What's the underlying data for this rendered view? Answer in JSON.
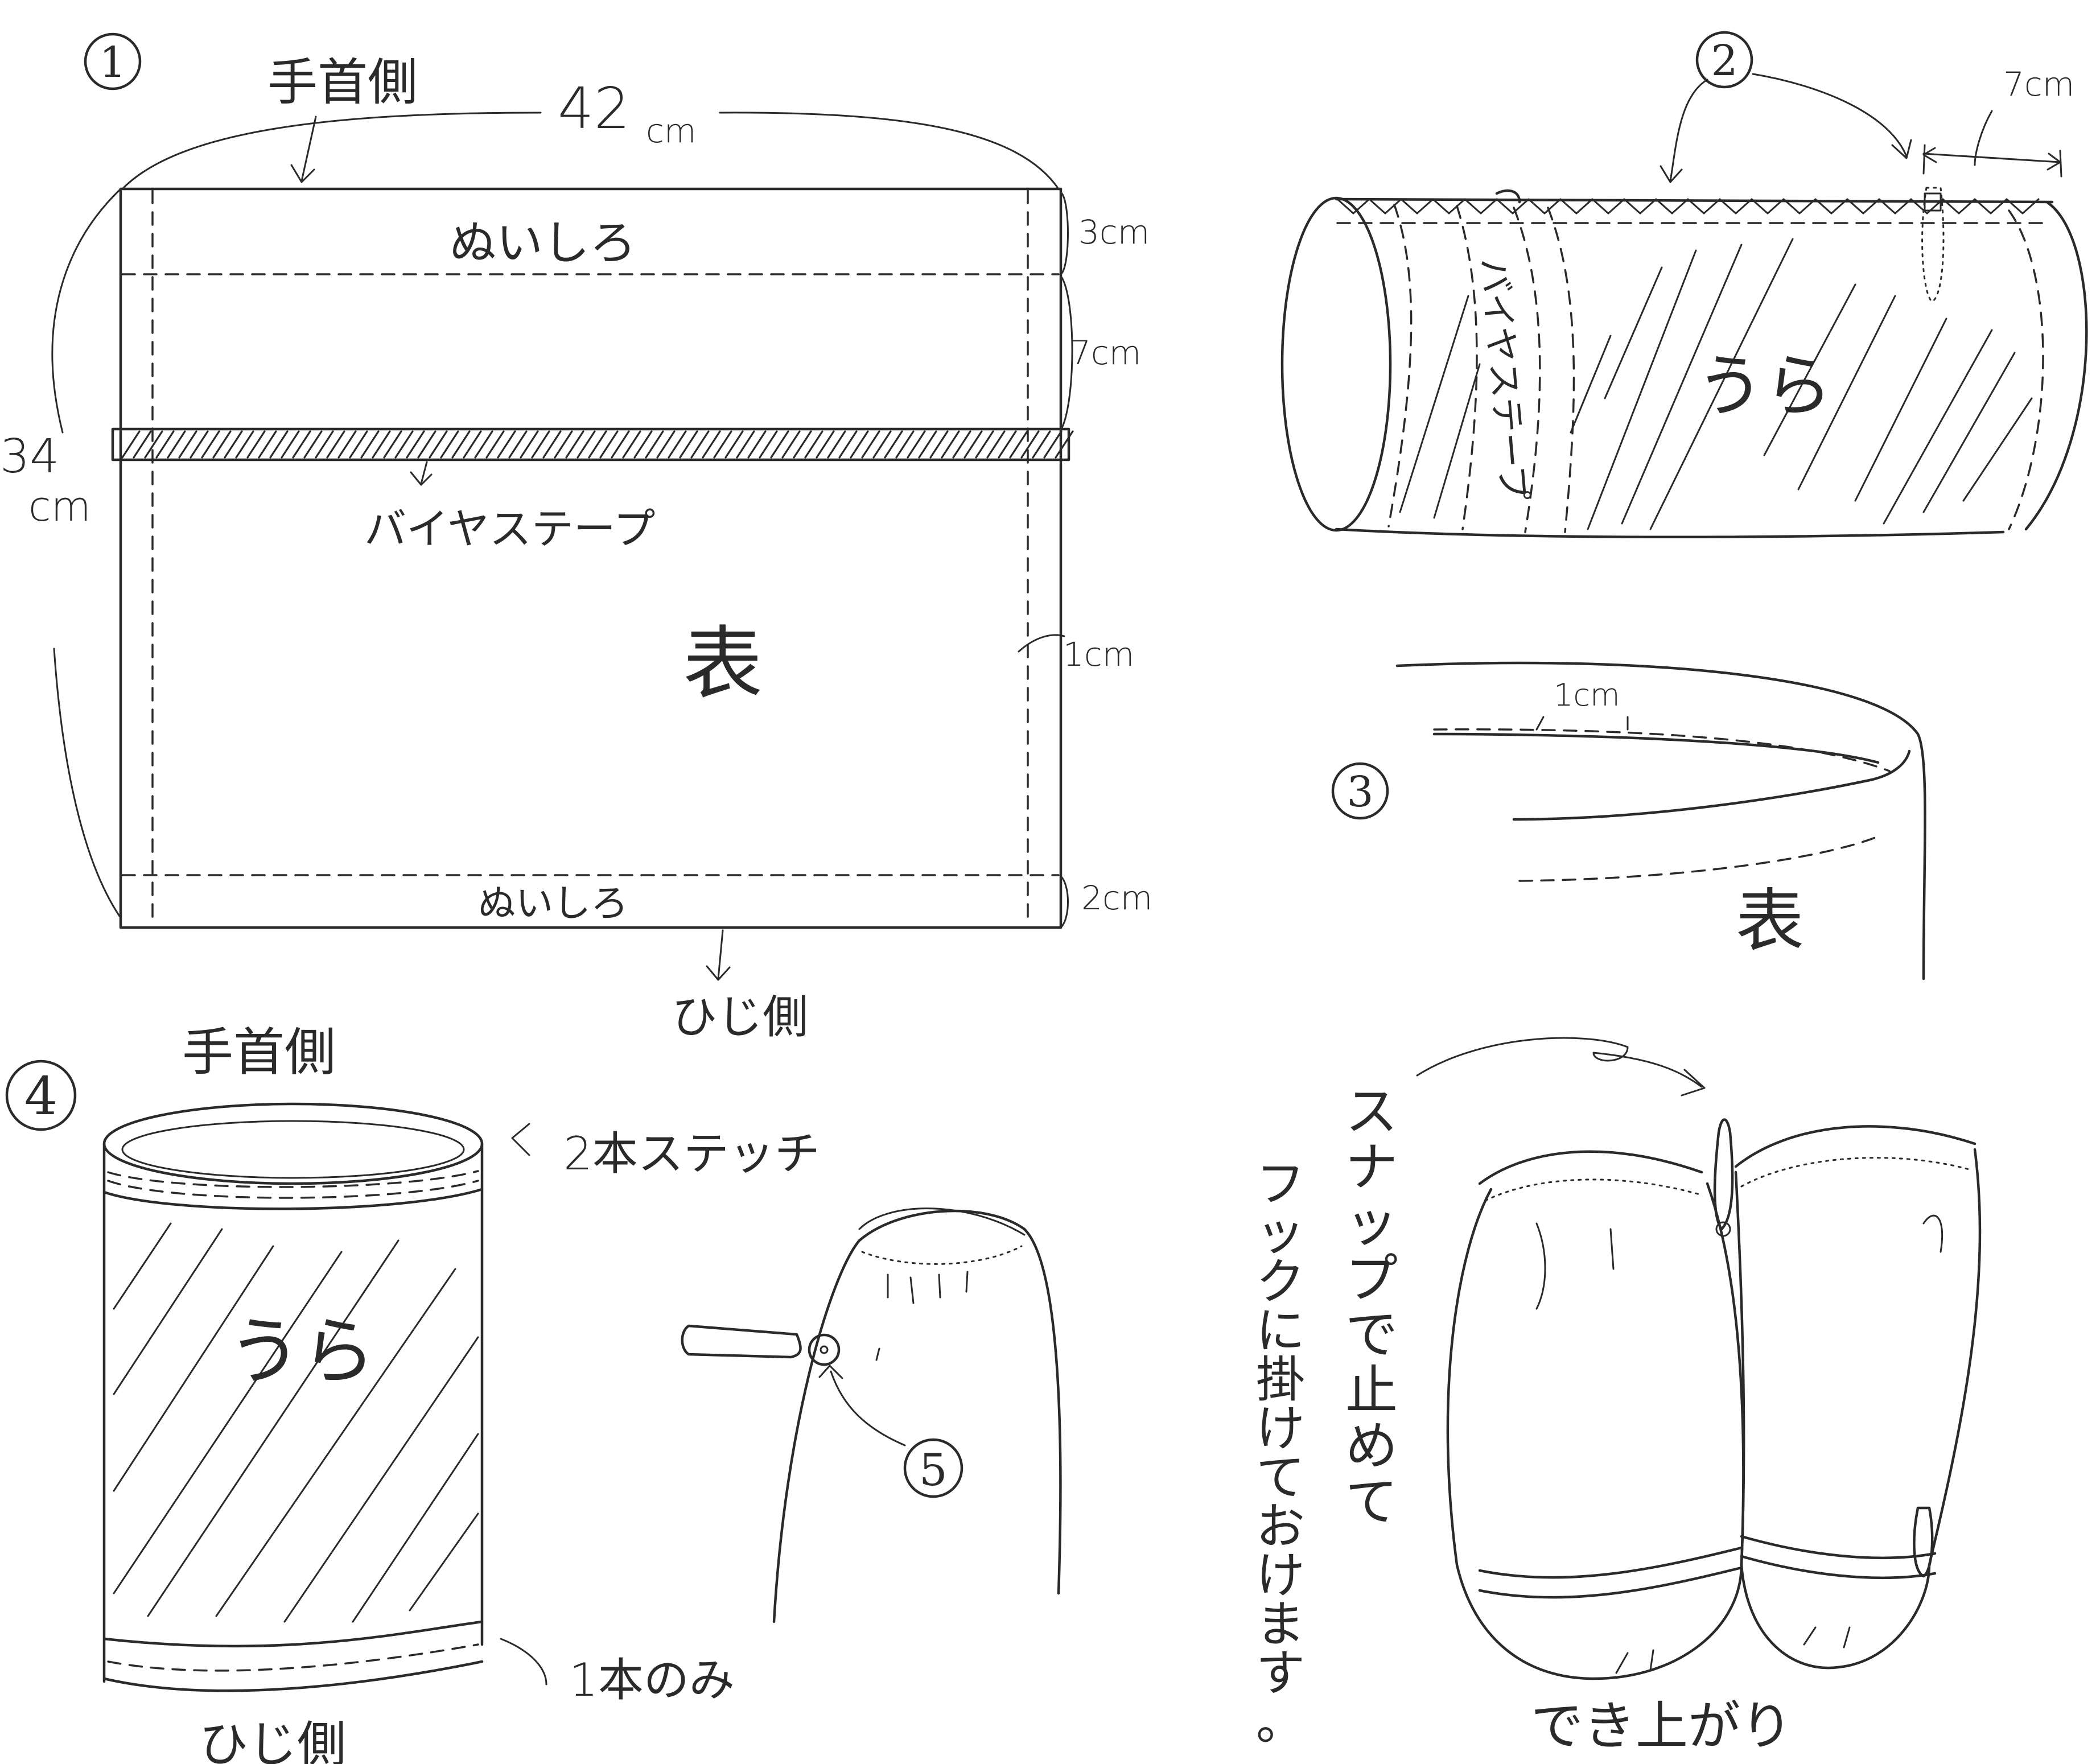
{
  "step1": {
    "number": "1",
    "wrist_side": "手首側",
    "width_value": "42",
    "width_unit": "cm",
    "height_value": "34",
    "height_unit": "cm",
    "top_allowance_label": "ぬいしろ",
    "top_allowance_size": "3cm",
    "gap_size": "7cm",
    "bias_tape_label": "バイヤステープ",
    "front_label": "表",
    "side_allowance": "1cm",
    "bottom_allowance_label": "ぬいしろ",
    "bottom_allowance_size": "2cm",
    "elbow_side": "ひじ側"
  },
  "step2": {
    "number": "2",
    "offset": "7cm",
    "bias_tape_label": "バイヤステープ",
    "back_label": "うら"
  },
  "step3": {
    "number": "3",
    "seam": "1cm",
    "front_label": "表"
  },
  "step4": {
    "number": "4",
    "wrist_side": "手首側",
    "double_stitch": "2本ステッチ",
    "back_label": "うら",
    "single_stitch": "1本のみ",
    "elbow_side": "ひじ側"
  },
  "step5": {
    "number": "5"
  },
  "finished": {
    "note_line1": "スナップで止めて",
    "note_line2": "フックに掛けておけます。",
    "caption": "でき上がり"
  }
}
